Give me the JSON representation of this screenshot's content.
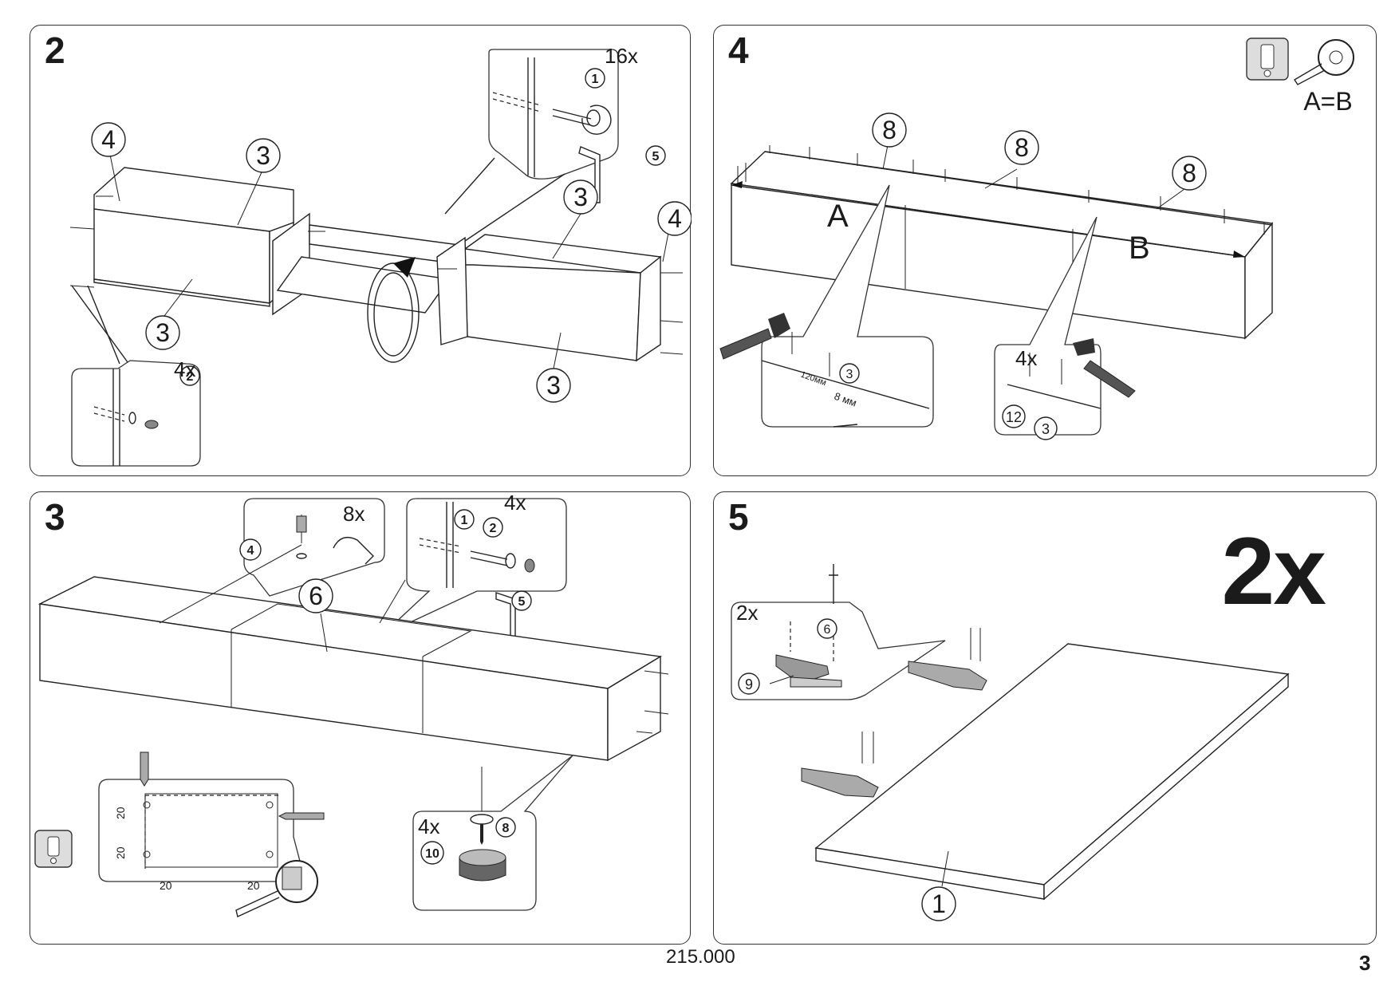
{
  "step2": {
    "number": "2",
    "qty_screws": "16x",
    "qty_caps": "4x",
    "labels": {
      "l4a": "4",
      "l3a": "3",
      "l3b": "3",
      "l3c": "3",
      "l4b": "4",
      "l3d": "3",
      "l1": "1",
      "l5": "5",
      "l2": "2"
    }
  },
  "step4": {
    "number": "4",
    "warning_icon": "exclamation-icon",
    "measure_icon": "tape-measure-icon",
    "ab_note": "A=B",
    "diag_a": "A",
    "diag_b": "B",
    "labels": {
      "l8a": "8",
      "l8b": "8",
      "l8c": "8",
      "l3": "3",
      "l12": "12",
      "l3b": "3"
    },
    "qty_nails": "4x",
    "dim_120": "120мм",
    "dim_8": "8 мм"
  },
  "step3": {
    "number": "3",
    "qty_dowels": "8x",
    "qty_screws": "4x",
    "qty_feet": "4x",
    "labels": {
      "l4": "4",
      "l6": "6",
      "l1": "1",
      "l2": "2",
      "l5": "5",
      "l8": "8",
      "l10": "10"
    },
    "dims": {
      "d20a": "20",
      "d20b": "20",
      "d20c": "20",
      "d20d": "20"
    },
    "warning_icon": "exclamation-icon"
  },
  "step5": {
    "number": "5",
    "repeat": "2x",
    "qty_screws": "2x",
    "labels": {
      "l6": "6",
      "l9": "9",
      "l1": "1"
    }
  },
  "footer": {
    "doc_code": "215.000",
    "page_number": "3"
  }
}
